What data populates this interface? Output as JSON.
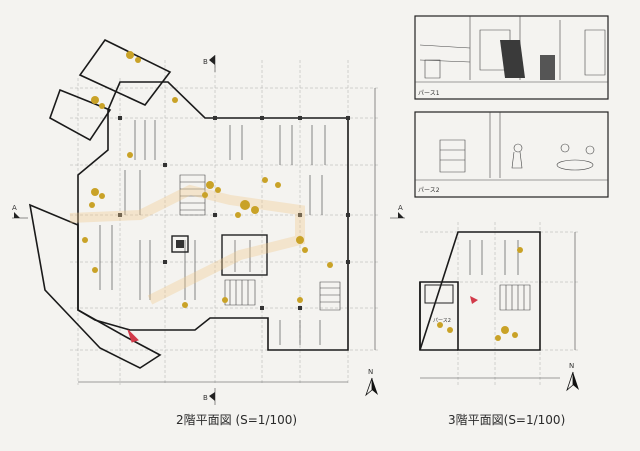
{
  "plans": {
    "floor2": {
      "caption": "2階平面図 (S=1/100)"
    },
    "floor3": {
      "caption": "3階平面図(S=1/100)"
    }
  },
  "sections": {
    "top": "B",
    "bottom": "B",
    "left": "A",
    "right": "A"
  },
  "perspectives": {
    "p1": {
      "title": "パース1"
    },
    "p2": {
      "title": "パース2"
    }
  },
  "floor3_label": "パース2",
  "north": "N",
  "colors": {
    "paper": "#f4f3f0",
    "ink": "#222222",
    "accent_red": "#d23a4a",
    "furniture": "#c9a227",
    "highlight": "#f0c98a"
  }
}
